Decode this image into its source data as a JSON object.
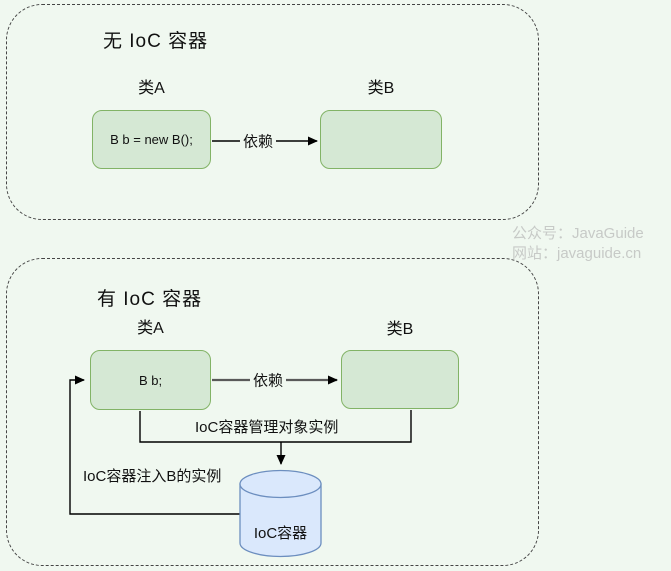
{
  "colors": {
    "page-bg": "#f0f8f0",
    "panel-border": "#454545",
    "box-fill": "#d5e8d4",
    "box-border": "#82b366",
    "cylinder-fill": "#dae8fc",
    "cylinder-border": "#6c8ebf",
    "line": "#000000",
    "line-gray": "#595959",
    "text": "#111111",
    "watermark": "#c7cac7"
  },
  "top_panel": {
    "title": "无 IoC 容器",
    "class_a_label": "类A",
    "class_b_label": "类B",
    "class_a_code": "B b = new B();",
    "dependency_label": "依赖"
  },
  "bottom_panel": {
    "title": "有 IoC 容器",
    "class_a_label": "类A",
    "class_b_label": "类B",
    "class_a_code": "B b;",
    "dependency_label": "依赖",
    "manage_label": "IoC容器管理对象实例",
    "inject_label": "IoC容器注入B的实例",
    "ioc_container_label": "IoC容器"
  },
  "watermark": {
    "line1": "公众号：JavaGuide",
    "line2": "网站：javaguide.cn"
  }
}
